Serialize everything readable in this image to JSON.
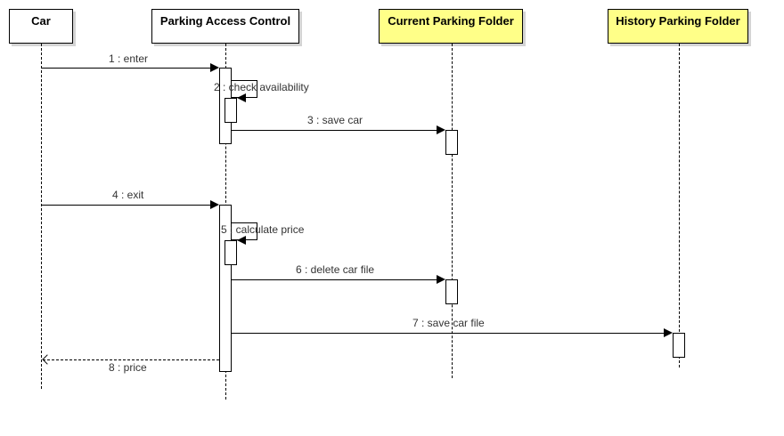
{
  "participants": [
    {
      "label": "Car",
      "fill": "#ffffff"
    },
    {
      "label": "Parking Access Control",
      "fill": "#ffffff"
    },
    {
      "label": "Current Parking Folder",
      "fill": "#ffff88"
    },
    {
      "label": "History Parking Folder",
      "fill": "#ffff88"
    }
  ],
  "messages": [
    {
      "label": "1 : enter",
      "from": "Car",
      "to": "Parking Access Control",
      "kind": "sync"
    },
    {
      "label": "2 : check availability",
      "from": "Parking Access Control",
      "to": "Parking Access Control",
      "kind": "self"
    },
    {
      "label": "3 : save car",
      "from": "Parking Access Control",
      "to": "Current Parking Folder",
      "kind": "sync"
    },
    {
      "label": "4 : exit",
      "from": "Car",
      "to": "Parking Access Control",
      "kind": "sync"
    },
    {
      "label": "5 : calculate price",
      "from": "Parking Access Control",
      "to": "Parking Access Control",
      "kind": "self"
    },
    {
      "label": "6 : delete car file",
      "from": "Parking Access Control",
      "to": "Current Parking Folder",
      "kind": "sync"
    },
    {
      "label": "7 : save car file",
      "from": "Parking Access Control",
      "to": "History Parking Folder",
      "kind": "sync"
    },
    {
      "label": "8 : price",
      "from": "Parking Access Control",
      "to": "Car",
      "kind": "return"
    }
  ]
}
